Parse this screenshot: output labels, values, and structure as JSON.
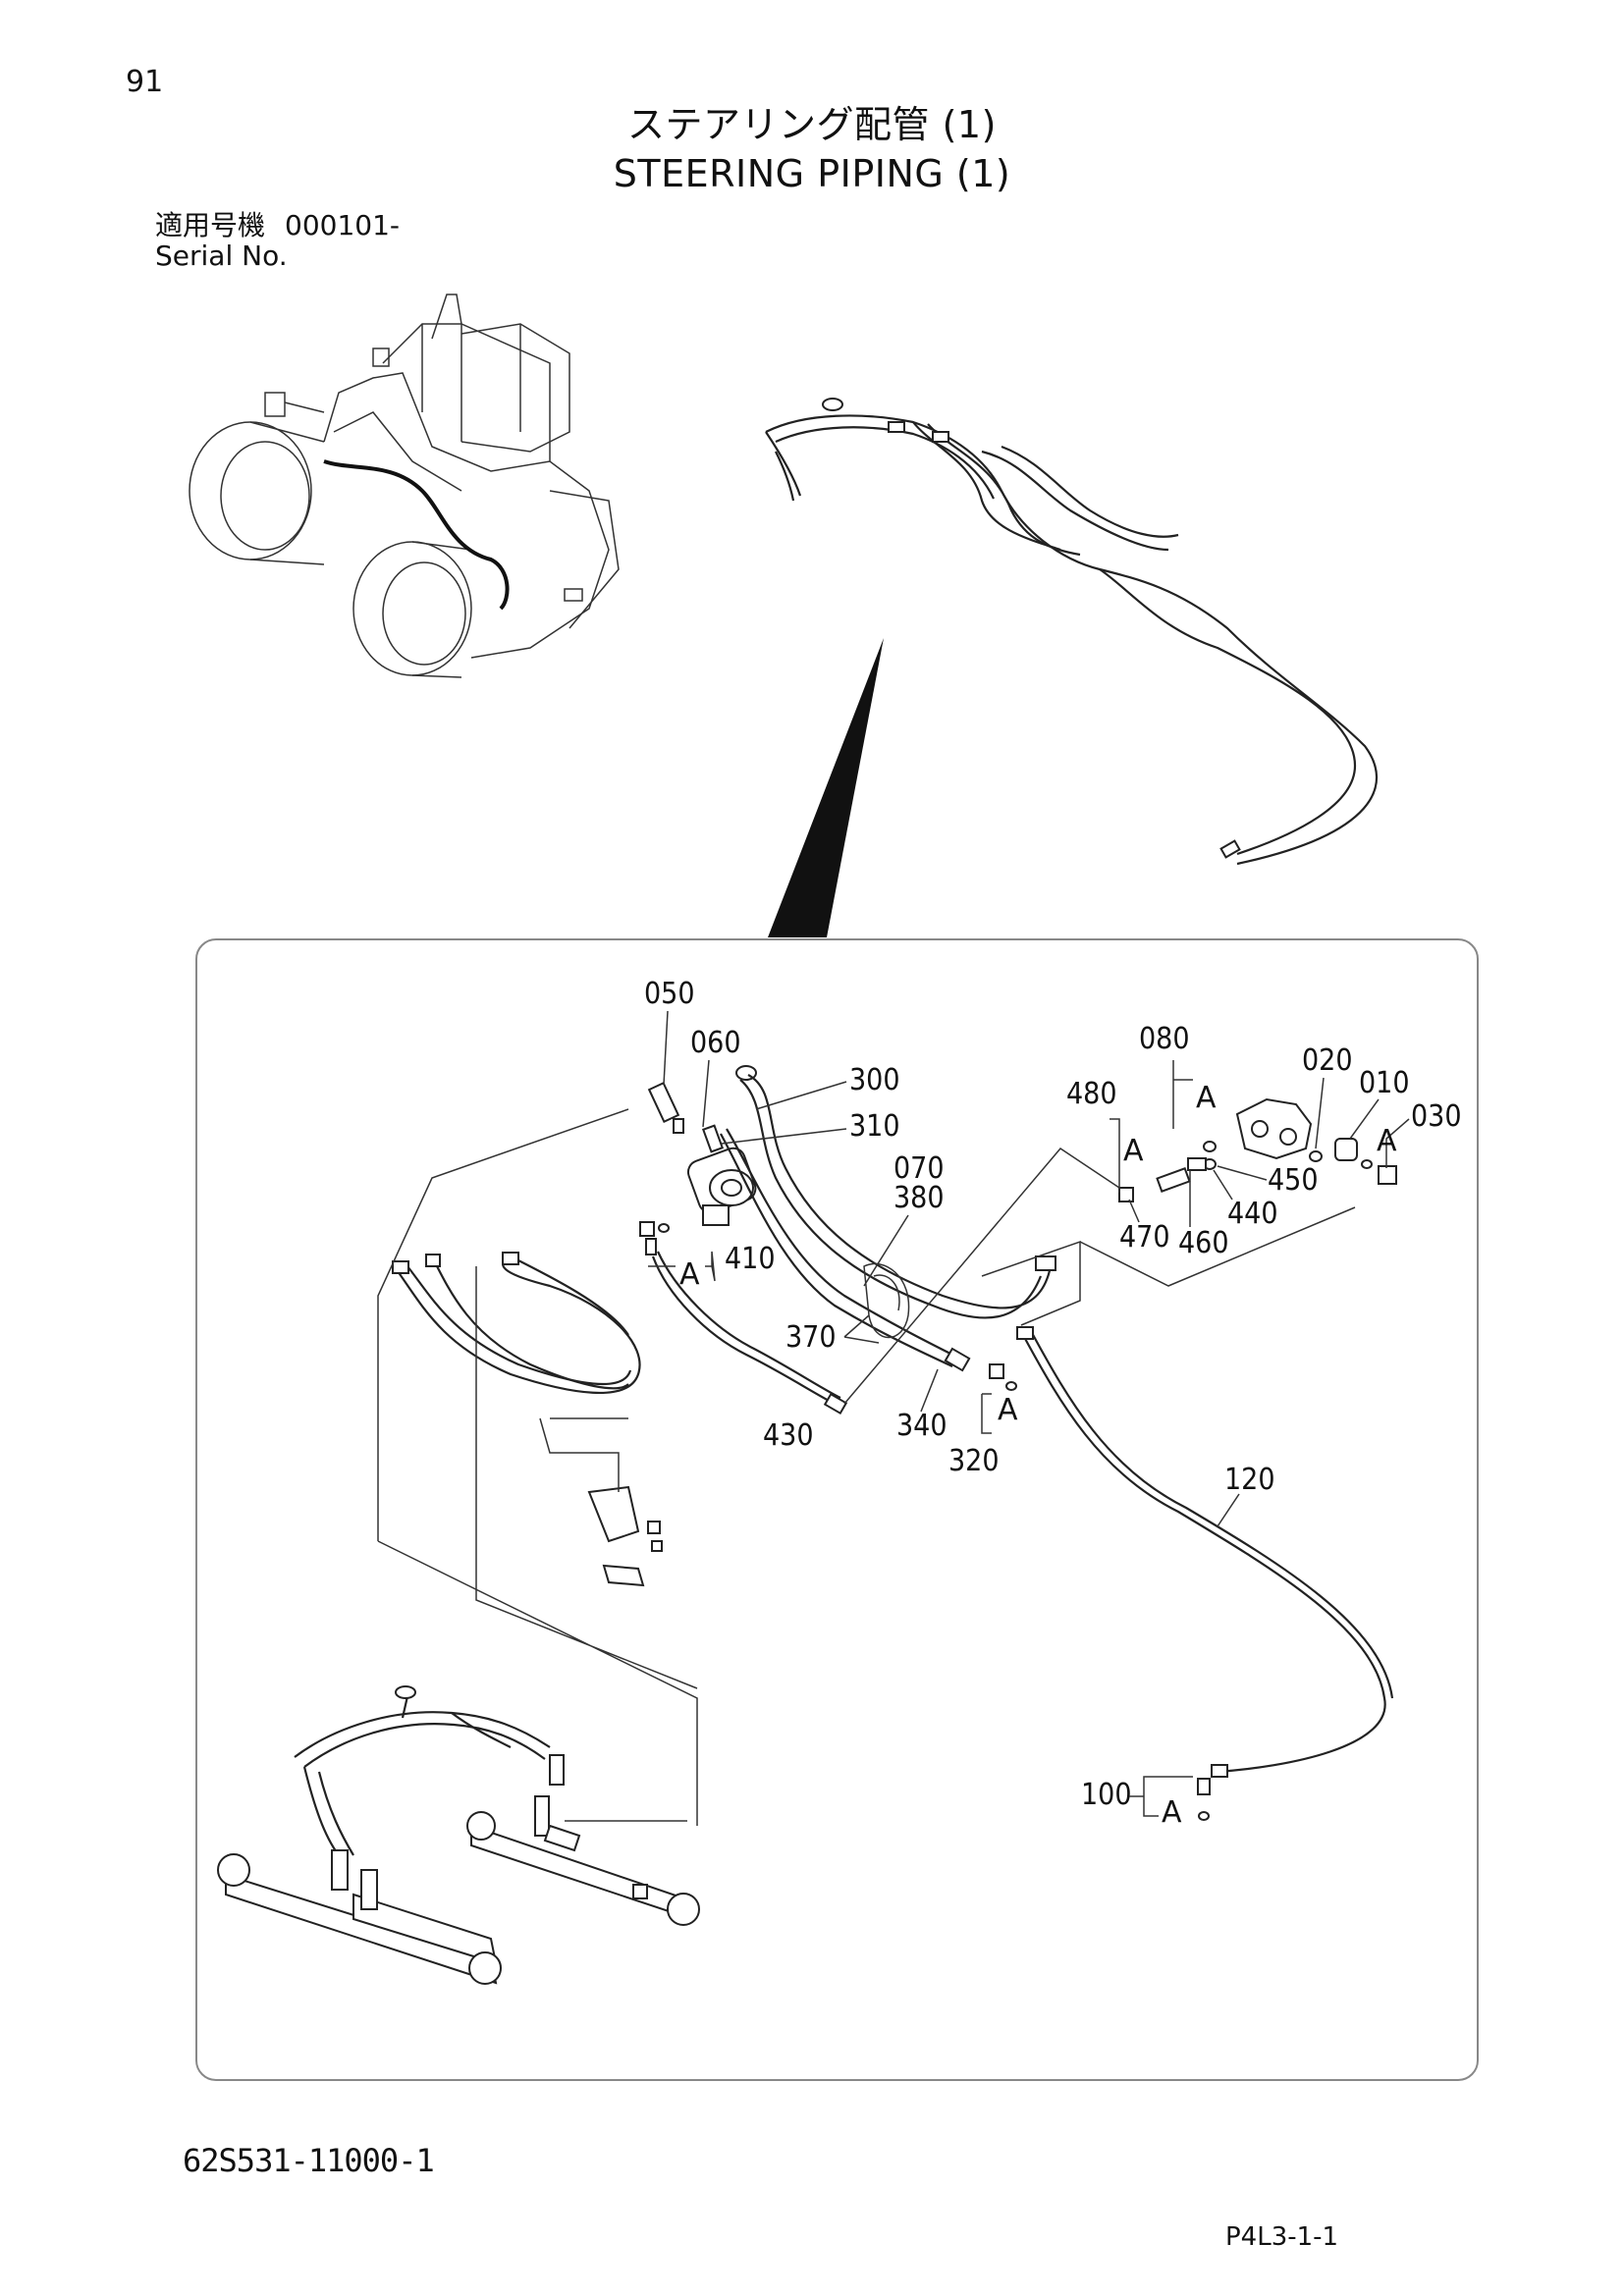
{
  "page_number": "91",
  "title_jp": "ステアリング配管 (1)",
  "title_en": "STEERING PIPING (1)",
  "serial_label_jp": "適用号機",
  "serial_value": "000101-",
  "serial_label_en": "Serial No.",
  "drawing_code": "62S531-11000-1",
  "page_code": "P4L3-1-1",
  "callouts": {
    "p050": "050",
    "p060": "060",
    "p300": "300",
    "p310": "310",
    "p070": "070",
    "p380": "380",
    "p410": "410",
    "p370": "370",
    "p430": "430",
    "p340": "340",
    "p320": "320",
    "p080": "080",
    "p480": "480",
    "p020": "020",
    "p010": "010",
    "p030": "030",
    "p450": "450",
    "p440": "440",
    "p470": "470",
    "p460": "460",
    "p120": "120",
    "p100": "100"
  },
  "detail_marker": "A"
}
